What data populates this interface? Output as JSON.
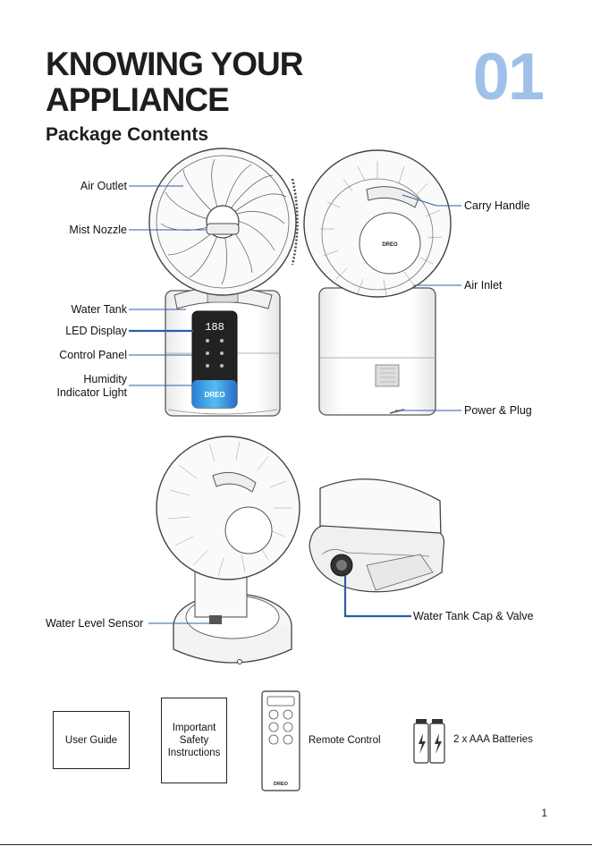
{
  "header": {
    "title_line1": "KNOWING YOUR",
    "title_line2": "APPLIANCE",
    "chapter_number": "01",
    "section_title": "Package Contents",
    "chapter_color": "#9fc0e8"
  },
  "callouts": {
    "air_outlet": "Air Outlet",
    "mist_nozzle": "Mist Nozzle",
    "water_tank": "Water Tank",
    "led_display": "LED Display",
    "control_panel": "Control Panel",
    "humidity_line1": "Humidity",
    "humidity_line2": "Indicator Light",
    "carry_handle": "Carry Handle",
    "air_inlet": "Air Inlet",
    "power_plug": "Power & Plug",
    "water_level_sensor": "Water Level Sensor",
    "tank_cap_valve": "Water Tank Cap & Valve"
  },
  "display": {
    "digits": "188",
    "brand": "DREO"
  },
  "accessories": {
    "user_guide": "User Guide",
    "safety_line1": "Important",
    "safety_line2": "Safety",
    "safety_line3": "Instructions",
    "remote_control": "Remote Control",
    "remote_brand": "DREO",
    "batteries": "2 x AAA Batteries"
  },
  "leader_color": "#2e5da8",
  "page_number": "1"
}
